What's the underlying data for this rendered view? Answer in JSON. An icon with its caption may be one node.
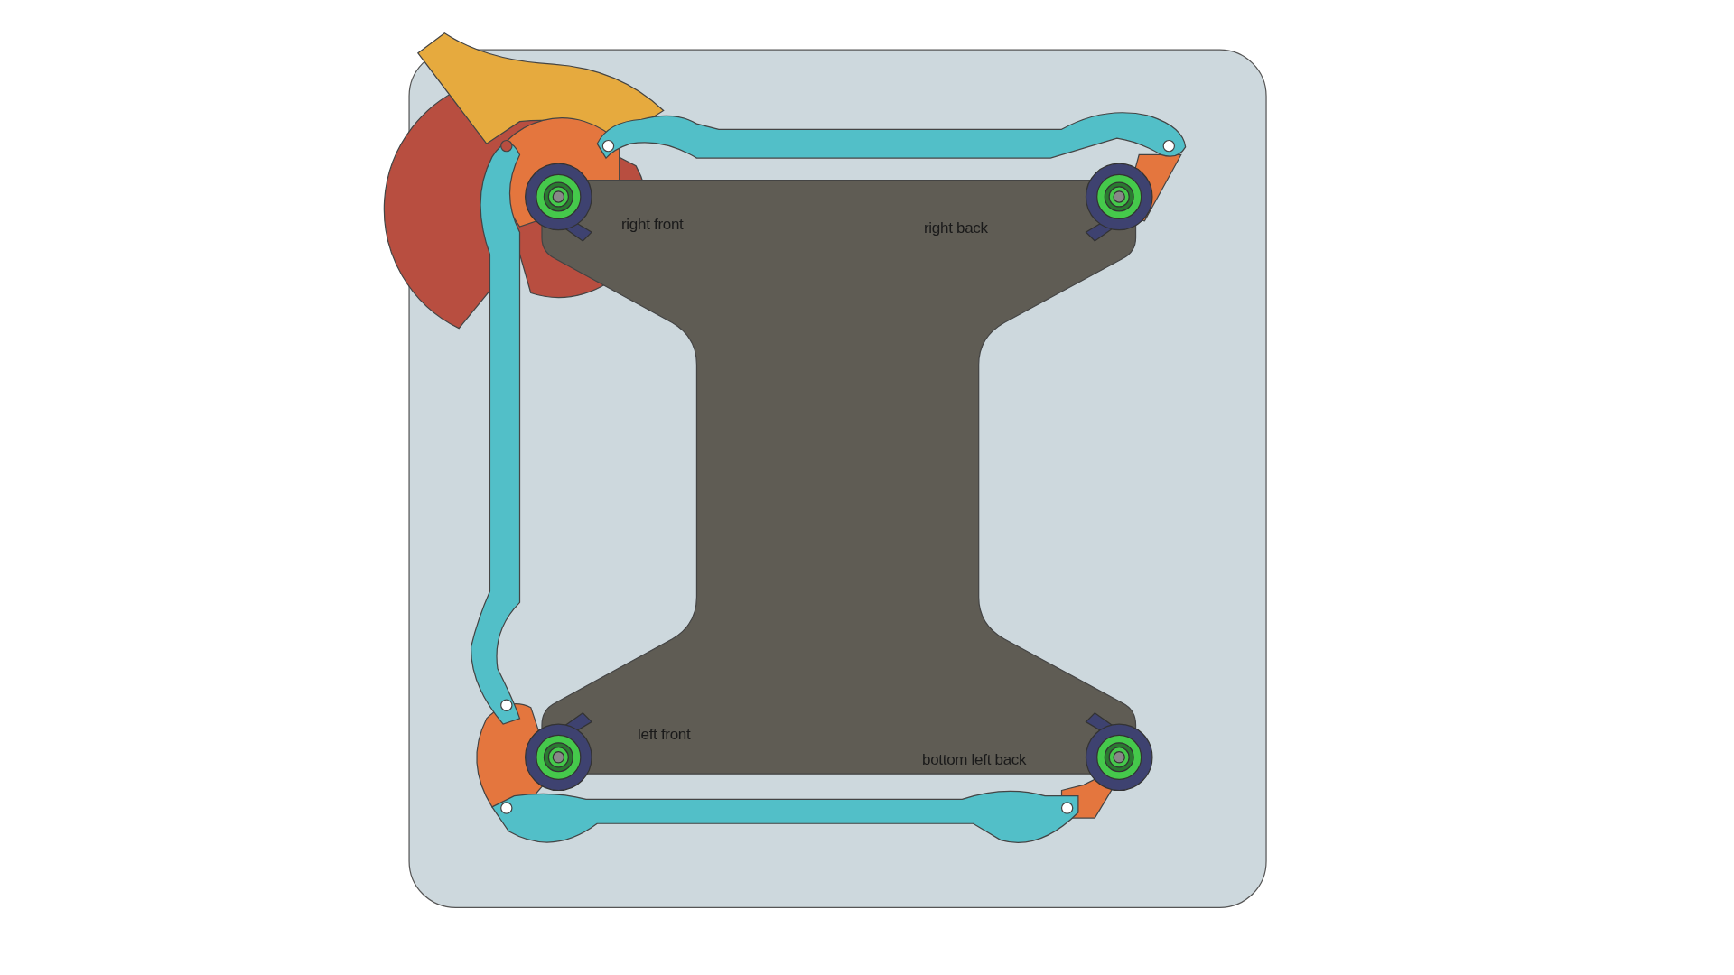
{
  "diagram": {
    "labels": [
      "right front",
      "right back",
      "left front",
      "bottom left back"
    ]
  }
}
